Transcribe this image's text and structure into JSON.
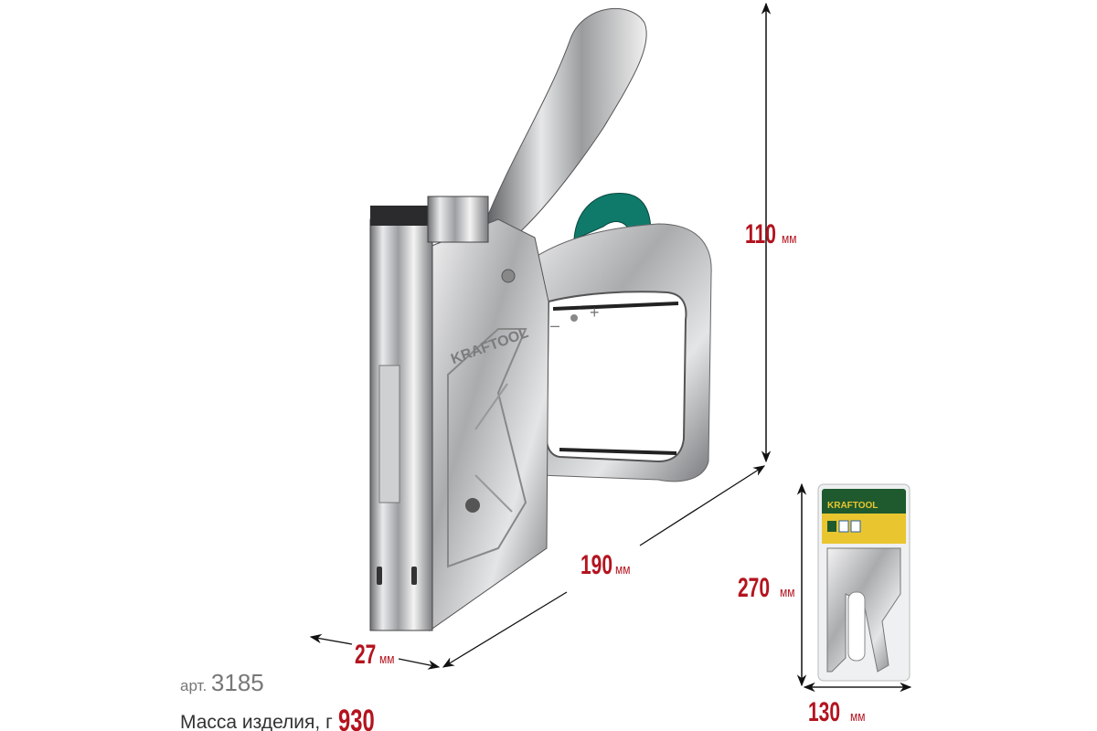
{
  "product": {
    "brand": "KRAFTOOL",
    "article_label": "арт.",
    "article_number": "3185",
    "mass_label": "Масса изделия, г",
    "mass_value": "930"
  },
  "dimensions": {
    "height": {
      "value": "110",
      "unit": "мм"
    },
    "length": {
      "value": "190",
      "unit": "мм"
    },
    "width": {
      "value": "27",
      "unit": "мм"
    },
    "package_height": {
      "value": "270",
      "unit": "мм"
    },
    "package_width": {
      "value": "130",
      "unit": "мм"
    }
  },
  "colors": {
    "accent": "#b3141f",
    "grip": "#0f7a6a",
    "package_yellow": "#e9c630",
    "package_green": "#1f5a2e"
  }
}
